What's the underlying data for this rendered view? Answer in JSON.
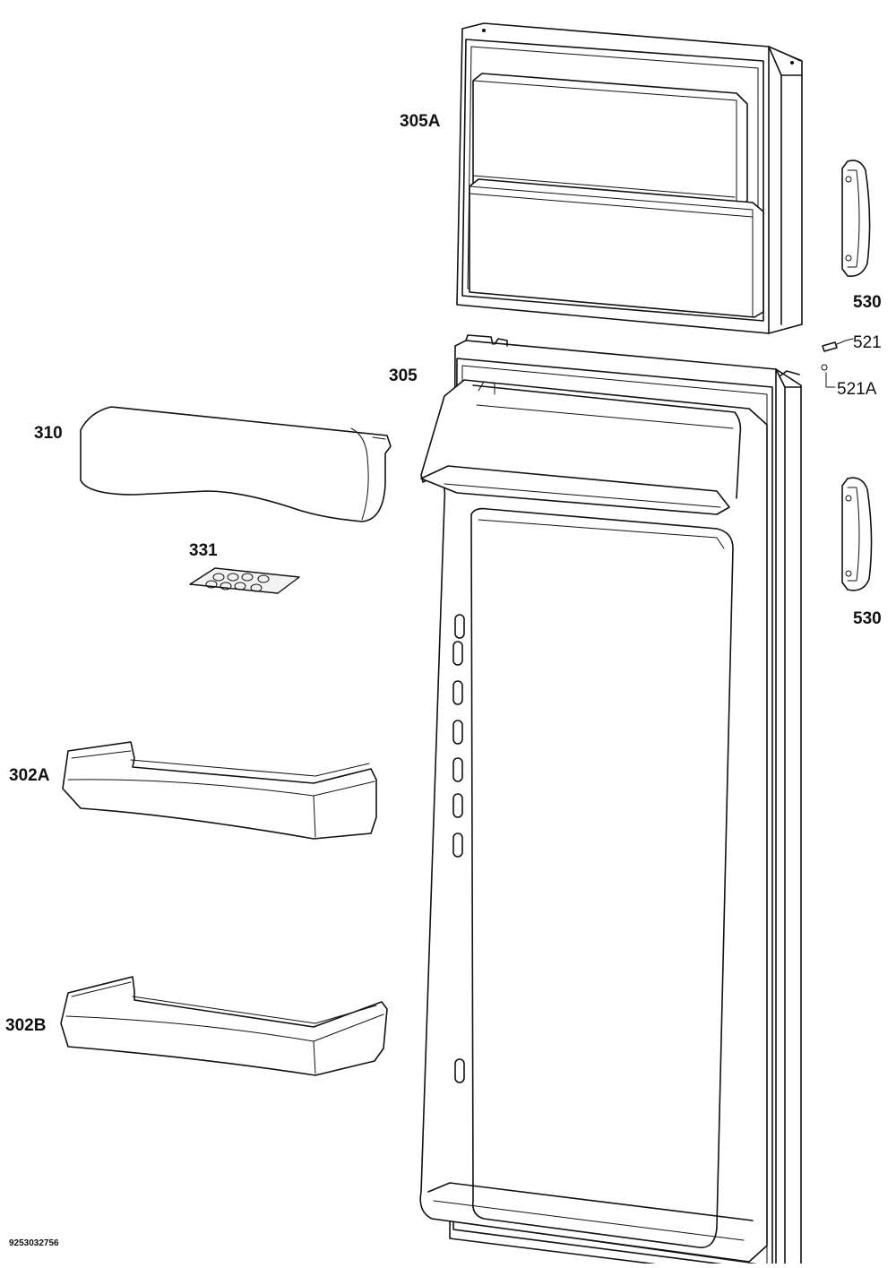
{
  "diagram": {
    "labels": {
      "upper_door": "305A",
      "main_door": "305",
      "handle_upper": "530",
      "handle_lower": "530",
      "screw": "521",
      "washer": "521A",
      "butter_lid": "310",
      "egg_tray": "331",
      "shelf_upper": "302A",
      "shelf_lower": "302B"
    },
    "document_id": "9253032756"
  }
}
